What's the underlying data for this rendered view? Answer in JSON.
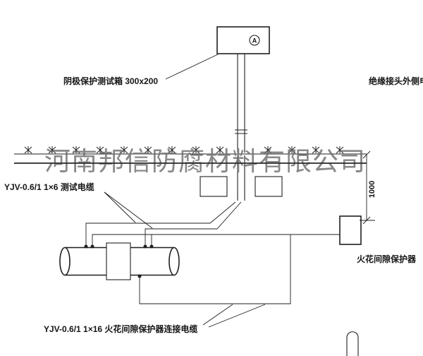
{
  "page": {
    "background": "#ffffff"
  },
  "diagram": {
    "line_color": "#1f1f1f",
    "labels": {
      "test_box": "阴极保护测试箱 300x200",
      "insulated_joint_cable": "绝缘接头外侧电缆",
      "test_cable": "YJV-0.6/1 1×6 测试电缆",
      "spark_gap_protector": "火花间隙保护器",
      "protector_cable": "YJV-0.6/1 1×16 火花间隙保护器连接电缆",
      "meter": "A",
      "dimension": "1000"
    },
    "watermark": {
      "text": "河南邦信防腐材料有限公司",
      "color": "#8a8a8a"
    }
  }
}
